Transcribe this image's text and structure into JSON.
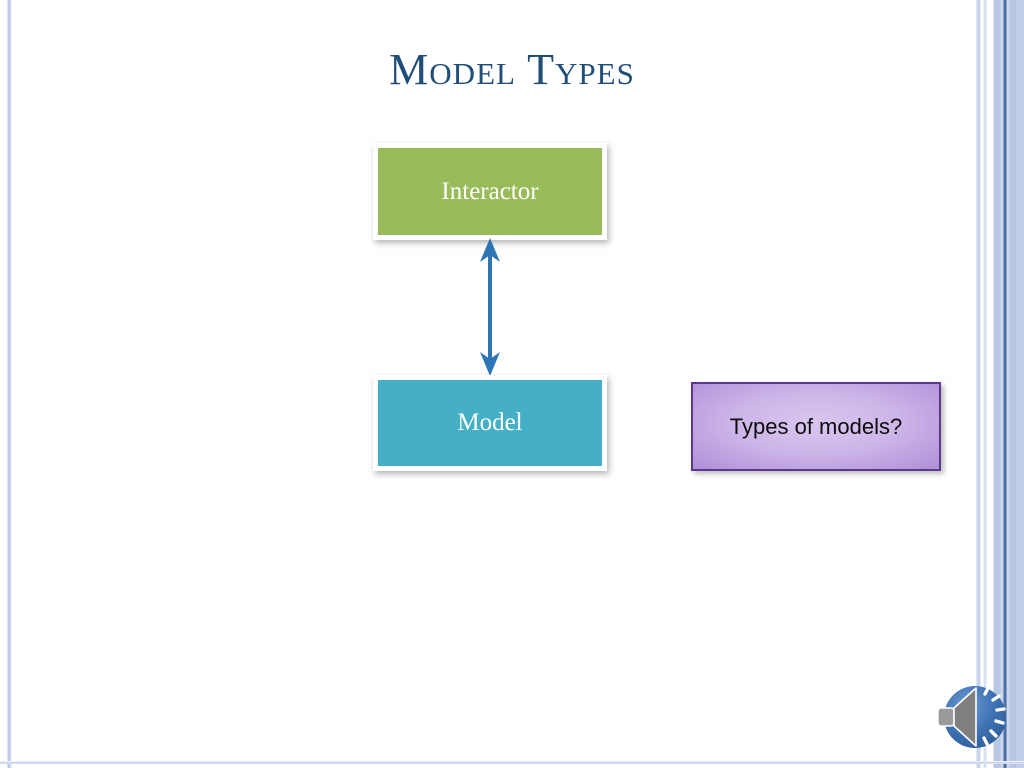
{
  "slide": {
    "title": "Model Types",
    "title_color": "#1f4e79",
    "background": "#ffffff"
  },
  "diagram": {
    "nodes": [
      {
        "id": "interactor",
        "label": "Interactor",
        "fill": "#9ABB59",
        "text_color": "#ffffff"
      },
      {
        "id": "model",
        "label": "Model",
        "fill": "#45AFC6",
        "text_color": "#ffffff"
      }
    ],
    "connector": {
      "name": "double-headed-arrow",
      "color": "#2E75B6",
      "from": "model",
      "to": "interactor",
      "bidirectional": true
    },
    "callout": {
      "label": "Types of models?",
      "fill_light": "#d9c6ef",
      "fill_dark": "#a886d4",
      "border": "#5b3a8e",
      "text_color": "#0d0d0d"
    }
  },
  "decor": {
    "left_stripe_color": "#b9c7e4",
    "right_band_accent": "#4a6fa5",
    "right_band_color": "#b9c7e4",
    "bottom_rule_color": "#ccd6ec"
  },
  "media": {
    "audio_icon_name": "speaker-audio-icon",
    "audio_icon_color": "#2E75B6",
    "audio_cone_color": "#8a8a8a"
  }
}
